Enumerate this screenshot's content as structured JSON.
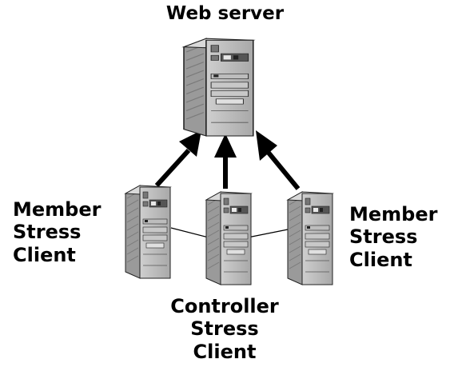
{
  "diagram": {
    "title": "Web server",
    "nodes": {
      "web_server": "Web server",
      "member_left": "Member\nStress\nClient",
      "controller": "Controller\nStress\nClient",
      "member_right": "Member\nStress\nClient"
    },
    "edges": [
      {
        "from": "member_left",
        "to": "web_server",
        "style": "arrow"
      },
      {
        "from": "controller",
        "to": "web_server",
        "style": "arrow"
      },
      {
        "from": "member_right",
        "to": "web_server",
        "style": "arrow"
      },
      {
        "from": "controller",
        "to": "member_left",
        "style": "line"
      },
      {
        "from": "controller",
        "to": "member_right",
        "style": "line"
      }
    ]
  }
}
